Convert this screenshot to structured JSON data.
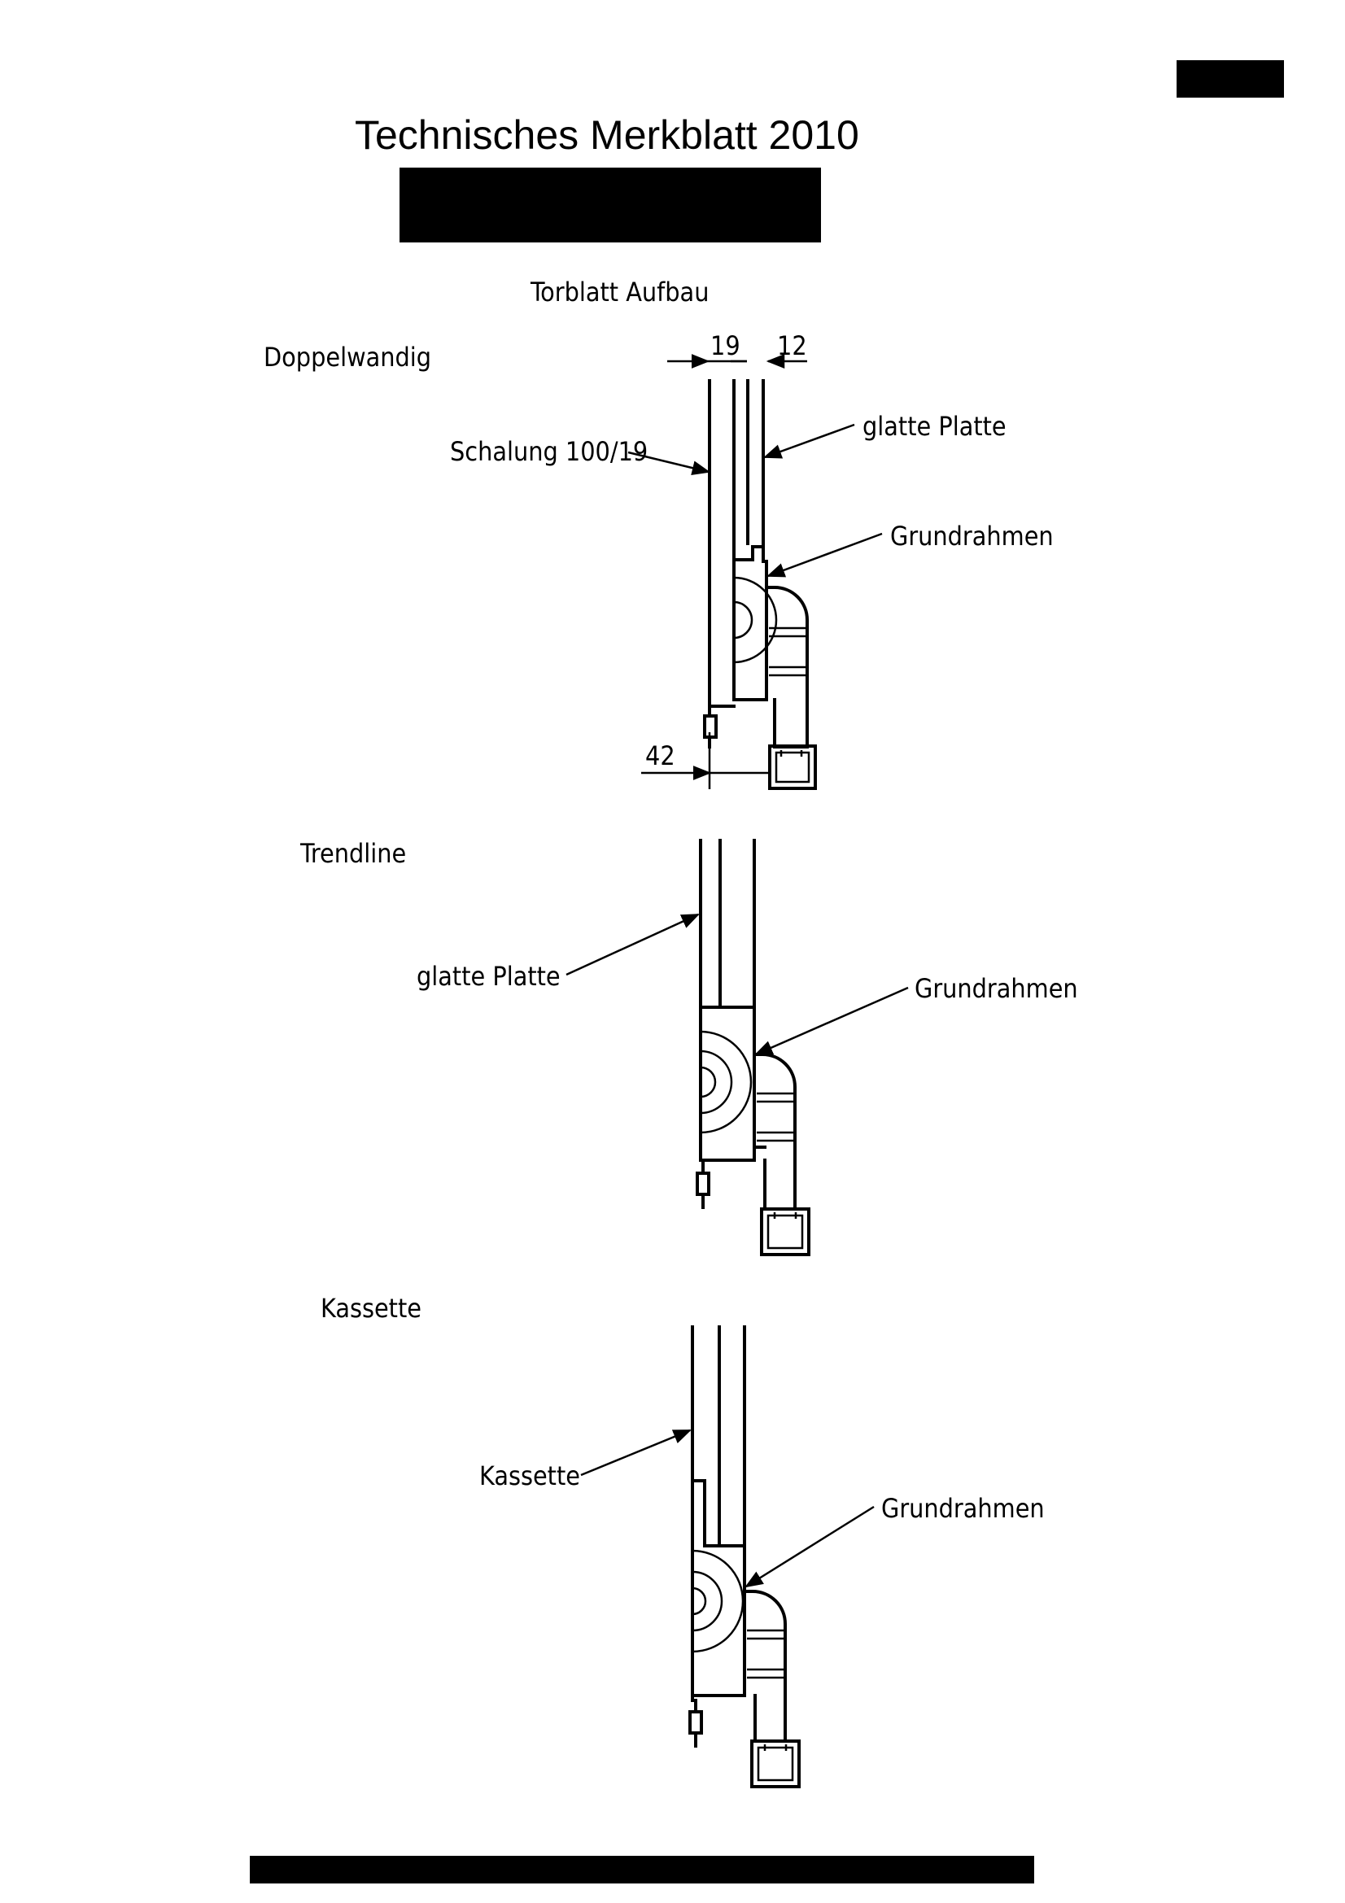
{
  "header": {
    "title": "Technisches Merkblatt 2010"
  },
  "diagram_title": "Torblatt Aufbau",
  "sections": [
    {
      "name": "Doppelwandig",
      "labels": {
        "schalung": "Schalung 100/19",
        "glatte_platte": "glatte Platte",
        "grundrahmen": "Grundrahmen"
      },
      "dimensions": {
        "d19": "19",
        "d12": "12",
        "d42": "42"
      }
    },
    {
      "name": "Trendline",
      "labels": {
        "glatte_platte": "glatte Platte",
        "grundrahmen": "Grundrahmen"
      }
    },
    {
      "name": "Kassette",
      "labels": {
        "kassette": "Kassette",
        "grundrahmen": "Grundrahmen"
      }
    }
  ],
  "colors": {
    "ink": "#000000",
    "paper": "#ffffff"
  }
}
